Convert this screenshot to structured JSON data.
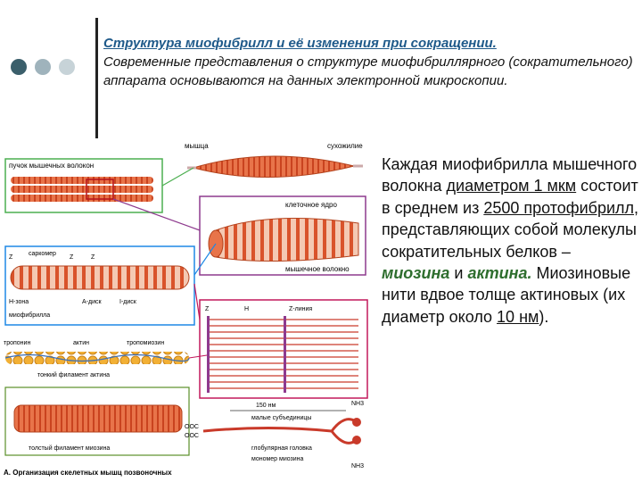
{
  "decor": {
    "dot_colors": [
      "#3b5f6b",
      "#9fb3bc",
      "#c7d3d8"
    ]
  },
  "header": {
    "title": "Структура миофибрилл и её изменения при сокращении.",
    "body": "Современные представления о структуре миофибриллярного (сократительного) аппарата основываются на данных электронной микроскопии."
  },
  "figure": {
    "labels": {
      "muscle": "мышца",
      "tendon": "сухожилие",
      "bundle": "пучок мышечных волокон",
      "nucleus": "клеточное ядро",
      "fiber": "мышечное волокно",
      "sarcomere": "саркомер",
      "z1": "Z",
      "z2": "Z",
      "z3": "Z",
      "hzone": "H-зона",
      "adisk": "A-диск",
      "idisk": "I-диск",
      "myofibril": "миофибрилла",
      "zr": "Z",
      "hr": "H",
      "zline": "Z-линия",
      "troponin": "тропонин",
      "actin": "актин",
      "tropomyosin": "тропомиозин",
      "thin": "тонкий филамент актина",
      "nm150": "150 нм",
      "nh3a": "NH3",
      "subunits": "малые субъединицы",
      "ooc1": "OOC",
      "ooc2": "OOC",
      "head": "глобулярная головка",
      "monomer": "мономер миозина",
      "thick": "толстый филамент миозина",
      "nh3b": "NH3",
      "caption": "А. Организация скелетных мышц позвоночных"
    }
  },
  "side": {
    "t1": "Каждая миофибрилла мышечного волокна ",
    "u1": "диаметром 1 мкм",
    "t2": " состоит в среднем из ",
    "u2": "2500 протофибрилл",
    "t3": ", представляющих собой молекулы сократительных белков – ",
    "myosin": "миозина",
    "t4": " и ",
    "actin": "актина.",
    "t5": " Миозиновые  нити вдвое толще актиновых (их диаметр около ",
    "u3": "10 нм",
    "t6": ")."
  }
}
